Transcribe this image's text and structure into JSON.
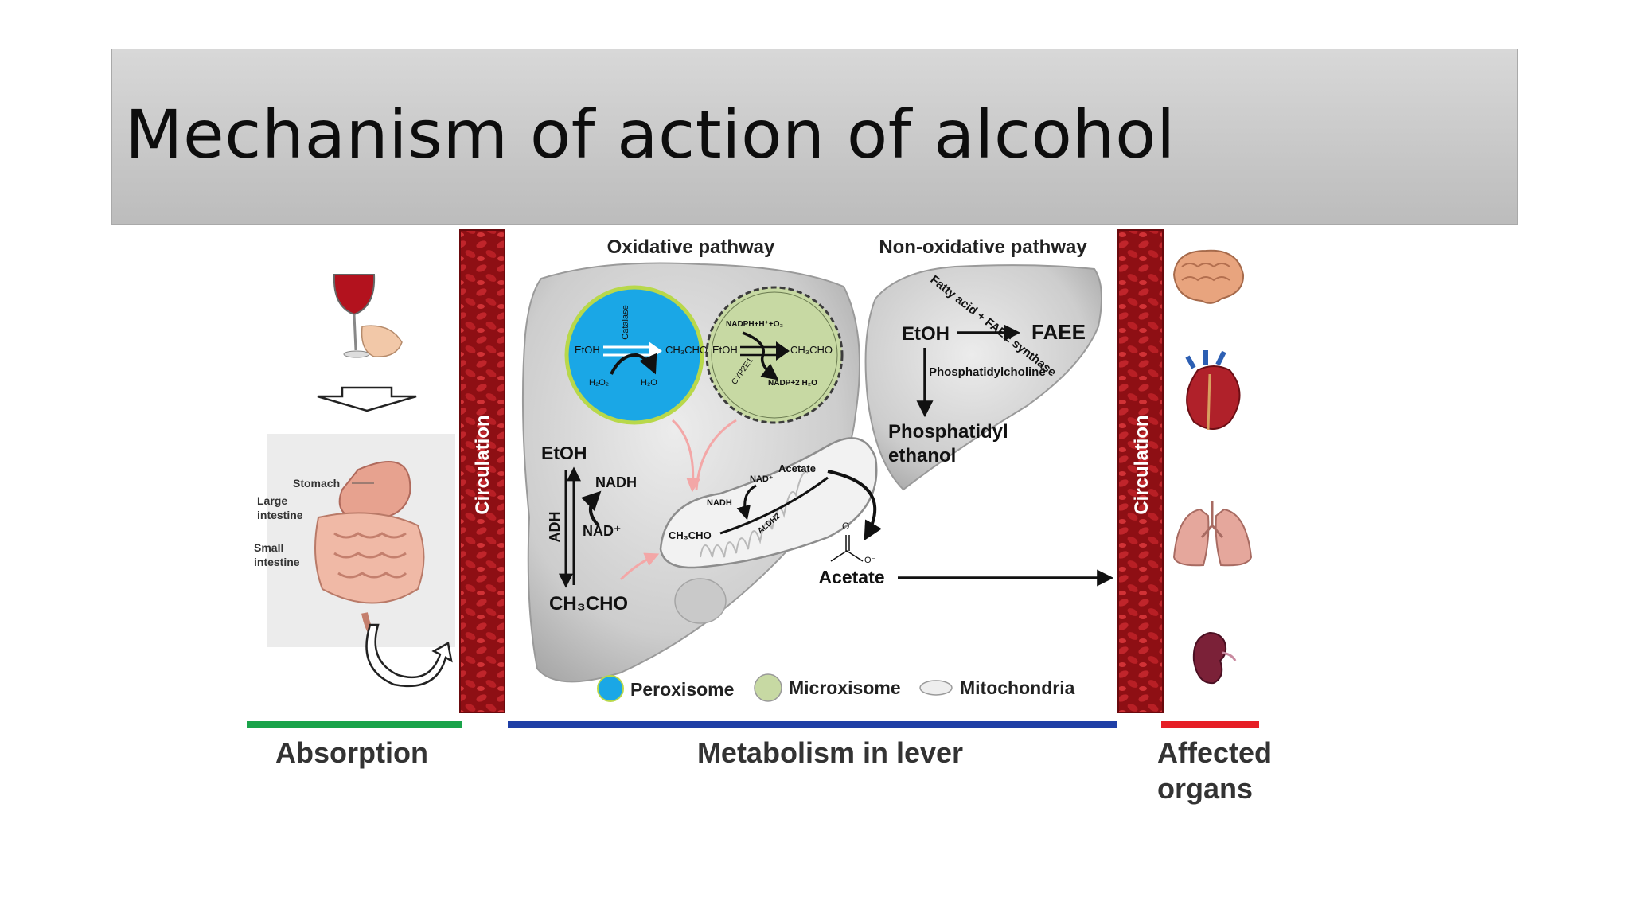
{
  "slide": {
    "title": "Mechanism of action of alcohol"
  },
  "colors": {
    "peroxisome": "#1aa7e6",
    "microxisome": "#c7d9a3",
    "circulation": "#9e1418",
    "absorption_bar": "#1aa34a",
    "metabolism_bar": "#1f3fa6",
    "affected_bar": "#e61e25",
    "liver": "#cfcfcf"
  },
  "absorption": {
    "stomach": "Stomach",
    "large_intestine_1": "Large",
    "large_intestine_2": "intestine",
    "small_intestine_1": "Small",
    "small_intestine_2": "intestine",
    "section_label": "Absorption"
  },
  "circulation": {
    "label": "Circulation"
  },
  "oxidative": {
    "heading": "Oxidative pathway",
    "peroxisome": {
      "etoh": "EtOH",
      "enzyme": "Catalase",
      "product": "CH₃CHO",
      "h2o2": "H₂O₂",
      "h2o": "H₂O"
    },
    "microxisome": {
      "etoh": "EtOH",
      "enzyme": "CYP2E1",
      "product": "CH₃CHO",
      "cofactor_in": "NADPH+H⁺+O₂",
      "cofactor_out": "NADP+2 H₂O"
    },
    "adh": {
      "etoh": "EtOH",
      "enzyme": "ADH",
      "nadh": "NADH",
      "nad": "NAD⁺",
      "product": "CH₃CHO"
    },
    "mito": {
      "substrate": "CH₃CHO",
      "nad": "NAD⁺",
      "nadh": "NADH",
      "enzyme": "ALDH2",
      "product": "Acetate"
    },
    "acetate": {
      "label": "Acetate",
      "o": "O",
      "ominus": "O⁻"
    }
  },
  "non_oxidative": {
    "heading": "Non-oxidative pathway",
    "curved_text": "Fatty acid + FAEE synthase",
    "etoh": "EtOH",
    "faee": "FAEE",
    "reagent": "Phosphatidylcholine",
    "product_1": "Phosphatidyl",
    "product_2": "ethanol"
  },
  "legend": {
    "peroxisome": "Peroxisome",
    "microxisome": "Microxisome",
    "mitochondria": "Mitochondria"
  },
  "metabolism": {
    "section_label": "Metabolism in lever"
  },
  "affected": {
    "section_label_1": "Affected",
    "section_label_2": "organs",
    "organs": [
      "brain-icon",
      "heart-icon",
      "lungs-icon",
      "kidney-icon"
    ]
  }
}
